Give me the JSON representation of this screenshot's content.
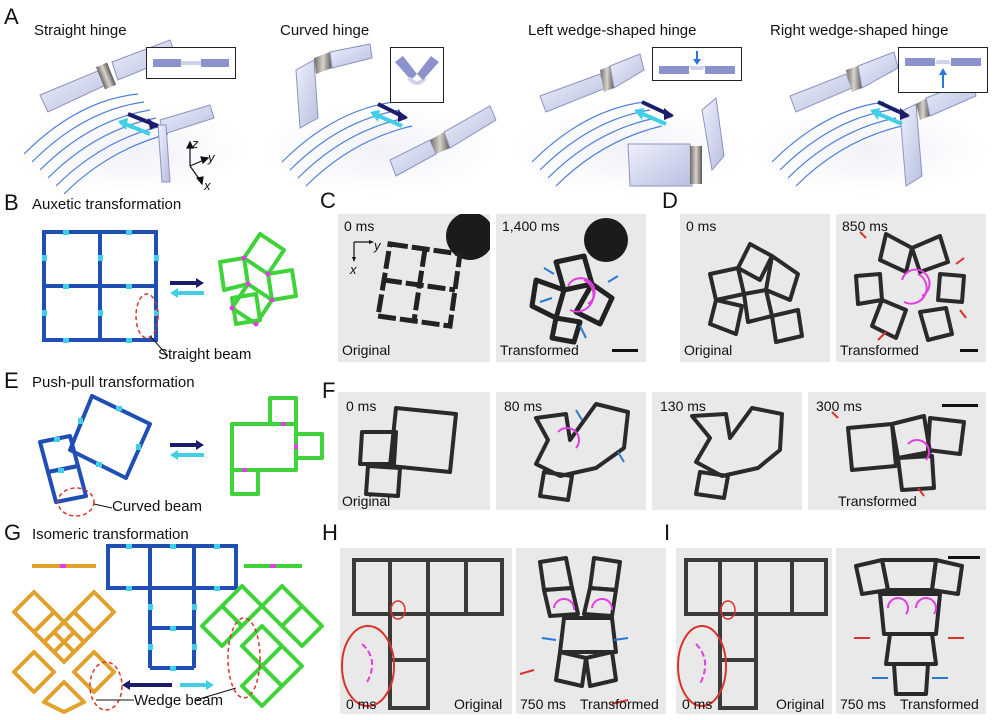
{
  "panel_a": {
    "letter": "A",
    "hinges": [
      "Straight hinge",
      "Curved hinge",
      "Left wedge-shaped hinge",
      "Right wedge-shaped hinge"
    ],
    "axes": {
      "z": "z",
      "y": "y",
      "x": "x"
    }
  },
  "panel_b": {
    "letter": "B",
    "title": "Auxetic transformation",
    "callout": "Straight beam"
  },
  "panel_c": {
    "letter": "C",
    "t0": "0 ms",
    "t1": "1,400 ms",
    "state0": "Original",
    "state1": "Transformed",
    "axis_y": "y",
    "axis_x": "x"
  },
  "panel_d": {
    "letter": "D",
    "t0": "0 ms",
    "t1": "850 ms",
    "state0": "Original",
    "state1": "Transformed"
  },
  "panel_e": {
    "letter": "E",
    "title": "Push-pull transformation",
    "callout": "Curved beam"
  },
  "panel_f": {
    "letter": "F",
    "times": [
      "0 ms",
      "80 ms",
      "130 ms",
      "300 ms"
    ],
    "state0": "Original",
    "state1": "Transformed"
  },
  "panel_g": {
    "letter": "G",
    "title": "Isomeric transformation",
    "callout": "Wedge beam"
  },
  "panel_h": {
    "letter": "H",
    "t0": "0 ms",
    "t1": "750 ms",
    "state0": "Original",
    "state1": "Transformed"
  },
  "panel_i": {
    "letter": "I",
    "t0": "0 ms",
    "t1": "750 ms",
    "state0": "Original",
    "state1": "Transformed"
  },
  "colors": {
    "blue": "#1f4fb5",
    "green": "#3fd33a",
    "orange": "#e2a12c",
    "cyan": "#3fd0e6",
    "navy": "#1b1d6b",
    "magenta": "#e23ee2",
    "red": "#d9342b",
    "arrow_blue": "#2a78d6"
  }
}
